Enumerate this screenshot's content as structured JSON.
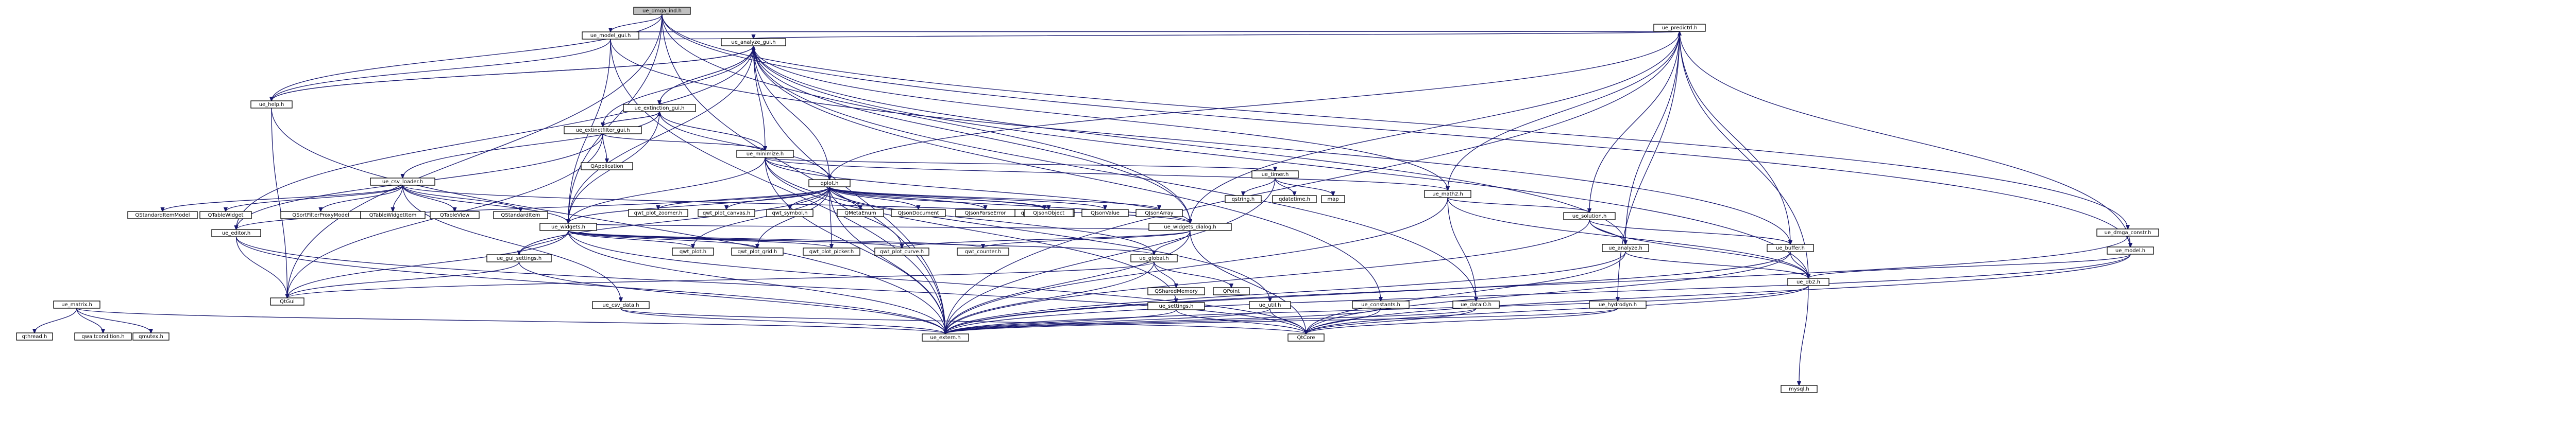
{
  "diagram": {
    "root": "ue_dmga_ind.h",
    "nodes": [
      {
        "id": "ue_dmga_ind",
        "label": "ue_dmga_ind.h",
        "root": true
      },
      {
        "id": "ue_model_gui",
        "label": "ue_model_gui.h"
      },
      {
        "id": "ue_predictrl",
        "label": "ue_predictrl.h"
      },
      {
        "id": "ue_analyze_gui",
        "label": "ue_analyze_gui.h"
      },
      {
        "id": "ue_help",
        "label": "ue_help.h"
      },
      {
        "id": "ue_extinction_gui",
        "label": "ue_extinction_gui.h"
      },
      {
        "id": "ue_extinctfilter_gui",
        "label": "ue_extinctfilter_gui.h"
      },
      {
        "id": "ue_minimize",
        "label": "ue_minimize.h"
      },
      {
        "id": "ue_csv_loader",
        "label": "ue_csv_loader.h"
      },
      {
        "id": "qplot",
        "label": "qplot.h"
      },
      {
        "id": "ue_timer",
        "label": "ue_timer.h"
      },
      {
        "id": "ue_math2",
        "label": "ue_math2.h"
      },
      {
        "id": "ue_solution",
        "label": "ue_solution.h"
      },
      {
        "id": "ue_dmga_constr",
        "label": "ue_dmga_constr.h"
      },
      {
        "id": "ue_model",
        "label": "ue_model.h"
      },
      {
        "id": "ue_widgets",
        "label": "ue_widgets.h"
      },
      {
        "id": "ue_widgets_dialog",
        "label": "ue_widgets_dialog.h"
      },
      {
        "id": "ue_editor",
        "label": "ue_editor.h"
      },
      {
        "id": "ue_gui_settings",
        "label": "ue_gui_settings.h"
      },
      {
        "id": "ue_global",
        "label": "ue_global.h"
      },
      {
        "id": "ue_matrix",
        "label": "ue_matrix.h"
      },
      {
        "id": "ue_csv_data",
        "label": "ue_csv_data.h"
      },
      {
        "id": "ue_settings",
        "label": "ue_settings.h"
      },
      {
        "id": "ue_util",
        "label": "ue_util.h"
      },
      {
        "id": "ue_constants",
        "label": "ue_constants.h"
      },
      {
        "id": "ue_dataIO",
        "label": "ue_dataIO.h"
      },
      {
        "id": "ue_hydrodyn",
        "label": "ue_hydrodyn.h"
      },
      {
        "id": "ue_analyze",
        "label": "ue_analyze.h"
      },
      {
        "id": "ue_buffer",
        "label": "ue_buffer.h"
      },
      {
        "id": "ue_db2",
        "label": "ue_db2.h"
      },
      {
        "id": "ue_extern",
        "label": "ue_extern.h"
      },
      {
        "id": "QtCore",
        "label": "QtCore"
      },
      {
        "id": "QtGui",
        "label": "QtGui"
      },
      {
        "id": "mysql",
        "label": "mysql.h"
      },
      {
        "id": "qwt_plot",
        "label": "qwt_plot.h"
      },
      {
        "id": "qwt_plot_grid",
        "label": "qwt_plot_grid.h"
      },
      {
        "id": "qwt_plot_picker",
        "label": "qwt_plot_picker.h"
      },
      {
        "id": "qwt_plot_curve",
        "label": "qwt_plot_curve.h"
      },
      {
        "id": "qwt_counter",
        "label": "qwt_counter.h"
      },
      {
        "id": "qwt_plot_zoomer",
        "label": "qwt_plot_zoomer.h"
      },
      {
        "id": "qwt_plot_canvas",
        "label": "qwt_plot_canvas.h"
      },
      {
        "id": "qwt_symbol",
        "label": "qwt_symbol.h"
      },
      {
        "id": "qwt_plot_panner",
        "label": "qwt_plot_panner.h"
      },
      {
        "id": "QMetaEnum",
        "label": "QMetaEnum"
      },
      {
        "id": "QJsonDocument",
        "label": "QJsonDocument"
      },
      {
        "id": "QJsonParseError",
        "label": "QJsonParseError"
      },
      {
        "id": "QJsonObject",
        "label": "QJsonObject"
      },
      {
        "id": "QJsonValue",
        "label": "QJsonValue"
      },
      {
        "id": "QJsonArray",
        "label": "QJsonArray"
      },
      {
        "id": "QStandardItemModel",
        "label": "QStandardItemModel"
      },
      {
        "id": "QTableWidget",
        "label": "QTableWidget"
      },
      {
        "id": "QSortFilterProxyModel",
        "label": "QSortFilterProxyModel"
      },
      {
        "id": "QTableWidgetItem",
        "label": "QTableWidgetItem"
      },
      {
        "id": "QTableView",
        "label": "QTableView"
      },
      {
        "id": "QStandardItem",
        "label": "QStandardItem"
      },
      {
        "id": "QApplication",
        "label": "QApplication"
      },
      {
        "id": "qstring",
        "label": "qstring.h"
      },
      {
        "id": "qdatetime",
        "label": "qdatetime.h"
      },
      {
        "id": "map",
        "label": "map"
      },
      {
        "id": "QSharedMemory",
        "label": "QSharedMemory"
      },
      {
        "id": "QPoint",
        "label": "QPoint"
      },
      {
        "id": "qthread",
        "label": "qthread.h"
      },
      {
        "id": "qwaitcondition",
        "label": "qwaitcondition.h"
      },
      {
        "id": "qmutex",
        "label": "qmutex.h"
      }
    ],
    "edges": [
      [
        "ue_dmga_ind",
        "ue_model_gui"
      ],
      [
        "ue_dmga_ind",
        "ue_help"
      ],
      [
        "ue_dmga_ind",
        "ue_extern"
      ],
      [
        "ue_dmga_ind",
        "ue_widgets"
      ],
      [
        "ue_dmga_ind",
        "ue_widgets_dialog"
      ],
      [
        "ue_dmga_ind",
        "ue_dmga_constr"
      ],
      [
        "ue_dmga_ind",
        "ue_model"
      ],
      [
        "ue_dmga_ind",
        "QtGui"
      ],
      [
        "ue_model_gui",
        "ue_predictrl"
      ],
      [
        "ue_model_gui",
        "ue_analyze_gui"
      ],
      [
        "ue_model_gui",
        "ue_help"
      ],
      [
        "ue_model_gui",
        "ue_widgets"
      ],
      [
        "ue_model_gui",
        "ue_extern"
      ],
      [
        "ue_model_gui",
        "ue_buffer"
      ],
      [
        "ue_predictrl",
        "ue_analyze_gui"
      ],
      [
        "ue_predictrl",
        "ue_math2"
      ],
      [
        "ue_predictrl",
        "ue_solution"
      ],
      [
        "ue_predictrl",
        "ue_analyze"
      ],
      [
        "ue_predictrl",
        "ue_buffer"
      ],
      [
        "ue_predictrl",
        "ue_model"
      ],
      [
        "ue_predictrl",
        "ue_db2"
      ],
      [
        "ue_predictrl",
        "ue_widgets_dialog"
      ],
      [
        "ue_predictrl",
        "qplot"
      ],
      [
        "ue_predictrl",
        "ue_hydrodyn"
      ],
      [
        "ue_predictrl",
        "ue_extern"
      ],
      [
        "ue_analyze_gui",
        "ue_help"
      ],
      [
        "ue_analyze_gui",
        "ue_extinction_gui"
      ],
      [
        "ue_analyze_gui",
        "ue_extinctfilter_gui"
      ],
      [
        "ue_analyze_gui",
        "ue_minimize"
      ],
      [
        "ue_analyze_gui",
        "qplot"
      ],
      [
        "ue_analyze_gui",
        "ue_widgets_dialog"
      ],
      [
        "ue_analyze_gui",
        "ue_math2"
      ],
      [
        "ue_analyze_gui",
        "ue_analyze"
      ],
      [
        "ue_analyze_gui",
        "ue_db2"
      ],
      [
        "ue_analyze_gui",
        "ue_editor"
      ],
      [
        "ue_analyze_gui",
        "ue_extern"
      ],
      [
        "ue_analyze_gui",
        "ue_constants"
      ],
      [
        "ue_analyze_gui",
        "ue_dataIO"
      ],
      [
        "ue_analyze_gui",
        "ue_widgets"
      ],
      [
        "ue_help",
        "ue_extern"
      ],
      [
        "ue_help",
        "QtGui"
      ],
      [
        "ue_help",
        "ue_analyze_gui"
      ],
      [
        "ue_extinction_gui",
        "ue_extinctfilter_gui"
      ],
      [
        "ue_extinction_gui",
        "ue_minimize"
      ],
      [
        "ue_extinction_gui",
        "qplot"
      ],
      [
        "ue_extinction_gui",
        "ue_widgets"
      ],
      [
        "ue_extinction_gui",
        "ue_csv_loader"
      ],
      [
        "ue_extinction_gui",
        "ue_analyze_gui"
      ],
      [
        "ue_extinctfilter_gui",
        "ue_minimize"
      ],
      [
        "ue_extinctfilter_gui",
        "ue_editor"
      ],
      [
        "ue_extinctfilter_gui",
        "QApplication"
      ],
      [
        "ue_extinctfilter_gui",
        "QtGui"
      ],
      [
        "ue_extinctfilter_gui",
        "ue_extinction_gui"
      ],
      [
        "ue_minimize",
        "qplot"
      ],
      [
        "ue_minimize",
        "ue_timer"
      ],
      [
        "ue_minimize",
        "ue_math2"
      ],
      [
        "ue_minimize",
        "ue_widgets"
      ],
      [
        "ue_minimize",
        "ue_widgets_dialog"
      ],
      [
        "ue_minimize",
        "ue_extern"
      ],
      [
        "ue_minimize",
        "ue_settings"
      ],
      [
        "ue_minimize",
        "ue_util"
      ],
      [
        "ue_csv_loader",
        "QStandardItemModel"
      ],
      [
        "ue_csv_loader",
        "QTableWidget"
      ],
      [
        "ue_csv_loader",
        "QSortFilterProxyModel"
      ],
      [
        "ue_csv_loader",
        "QTableWidgetItem"
      ],
      [
        "ue_csv_loader",
        "QTableView"
      ],
      [
        "ue_csv_loader",
        "QStandardItem"
      ],
      [
        "ue_csv_loader",
        "ue_widgets"
      ],
      [
        "ue_csv_loader",
        "ue_widgets_dialog"
      ],
      [
        "ue_csv_loader",
        "ue_csv_data"
      ],
      [
        "qplot",
        "ue_widgets"
      ],
      [
        "qplot",
        "ue_widgets_dialog"
      ],
      [
        "qplot",
        "qwt_plot_zoomer"
      ],
      [
        "qplot",
        "qwt_plot_canvas"
      ],
      [
        "qplot",
        "qwt_symbol"
      ],
      [
        "qplot",
        "QMetaEnum"
      ],
      [
        "qplot",
        "QJsonDocument"
      ],
      [
        "qplot",
        "QJsonParseError"
      ],
      [
        "qplot",
        "QJsonObject"
      ],
      [
        "qplot",
        "QJsonValue"
      ],
      [
        "qplot",
        "QJsonArray"
      ],
      [
        "qplot",
        "qwt_plot_panner"
      ],
      [
        "qplot",
        "qwt_plot"
      ],
      [
        "qplot",
        "qwt_plot_grid"
      ],
      [
        "qplot",
        "qwt_plot_picker"
      ],
      [
        "qplot",
        "qwt_plot_curve"
      ],
      [
        "qplot",
        "ue_extern"
      ],
      [
        "qplot",
        "ue_editor"
      ],
      [
        "qplot",
        "ue_gui_settings"
      ],
      [
        "qplot",
        "ue_global"
      ],
      [
        "ue_timer",
        "qstring"
      ],
      [
        "ue_timer",
        "qdatetime"
      ],
      [
        "ue_timer",
        "map"
      ],
      [
        "ue_timer",
        "ue_extern"
      ],
      [
        "ue_math2",
        "ue_solution"
      ],
      [
        "ue_math2",
        "ue_db2"
      ],
      [
        "ue_math2",
        "ue_dataIO"
      ],
      [
        "ue_math2",
        "ue_extern"
      ],
      [
        "ue_solution",
        "ue_analyze"
      ],
      [
        "ue_solution",
        "ue_buffer"
      ],
      [
        "ue_solution",
        "ue_db2"
      ],
      [
        "ue_solution",
        "ue_extern"
      ],
      [
        "ue_dmga_constr",
        "ue_model"
      ],
      [
        "ue_dmga_constr",
        "ue_extern"
      ],
      [
        "ue_model",
        "ue_db2"
      ],
      [
        "ue_model",
        "ue_extern"
      ],
      [
        "ue_model",
        "QtCore"
      ],
      [
        "ue_widgets",
        "ue_gui_settings"
      ],
      [
        "ue_widgets",
        "qwt_plot"
      ],
      [
        "ue_widgets",
        "qwt_plot_grid"
      ],
      [
        "ue_widgets",
        "qwt_plot_picker"
      ],
      [
        "ue_widgets",
        "qwt_plot_curve"
      ],
      [
        "ue_widgets",
        "qwt_counter"
      ],
      [
        "ue_widgets",
        "ue_global"
      ],
      [
        "ue_widgets",
        "ue_extern"
      ],
      [
        "ue_widgets",
        "QtGui"
      ],
      [
        "ue_widgets",
        "QtCore"
      ],
      [
        "ue_widgets_dialog",
        "ue_widgets"
      ],
      [
        "ue_widgets_dialog",
        "qwt_counter"
      ],
      [
        "ue_widgets_dialog",
        "ue_global"
      ],
      [
        "ue_widgets_dialog",
        "ue_extern"
      ],
      [
        "ue_widgets_dialog",
        "QtCore"
      ],
      [
        "ue_widgets_dialog",
        "qwt_plot_curve"
      ],
      [
        "ue_editor",
        "QtGui"
      ],
      [
        "ue_editor",
        "ue_extern"
      ],
      [
        "ue_editor",
        "QtCore"
      ],
      [
        "ue_gui_settings",
        "QtGui"
      ],
      [
        "ue_gui_settings",
        "ue_extern"
      ],
      [
        "ue_global",
        "QSharedMemory"
      ],
      [
        "ue_global",
        "QPoint"
      ],
      [
        "ue_global",
        "QtGui"
      ],
      [
        "ue_global",
        "ue_extern"
      ],
      [
        "ue_matrix",
        "qthread"
      ],
      [
        "ue_matrix",
        "qwaitcondition"
      ],
      [
        "ue_matrix",
        "qmutex"
      ],
      [
        "ue_matrix",
        "ue_extern"
      ],
      [
        "ue_csv_data",
        "ue_extern"
      ],
      [
        "ue_csv_data",
        "QtCore"
      ],
      [
        "ue_settings",
        "ue_extern"
      ],
      [
        "ue_settings",
        "QtCore"
      ],
      [
        "ue_util",
        "ue_extern"
      ],
      [
        "ue_util",
        "QtCore"
      ],
      [
        "ue_constants",
        "ue_extern"
      ],
      [
        "ue_constants",
        "QtCore"
      ],
      [
        "ue_dataIO",
        "ue_extern"
      ],
      [
        "ue_dataIO",
        "QtCore"
      ],
      [
        "ue_hydrodyn",
        "ue_extern"
      ],
      [
        "ue_hydrodyn",
        "QtCore"
      ],
      [
        "ue_analyze",
        "ue_extern"
      ],
      [
        "ue_analyze",
        "ue_db2"
      ],
      [
        "ue_analyze",
        "QtCore"
      ],
      [
        "ue_buffer",
        "ue_db2"
      ],
      [
        "ue_buffer",
        "ue_extern"
      ],
      [
        "ue_buffer",
        "QtCore"
      ],
      [
        "ue_db2",
        "mysql"
      ],
      [
        "ue_db2",
        "QtCore"
      ],
      [
        "ue_db2",
        "ue_extern"
      ]
    ]
  }
}
